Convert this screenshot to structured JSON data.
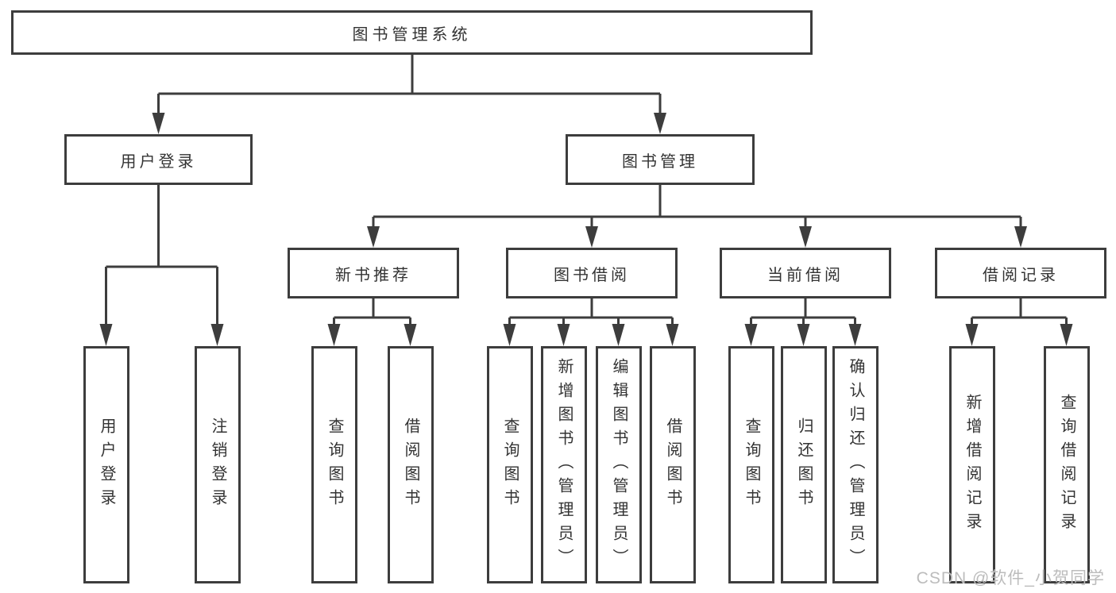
{
  "tree": {
    "root": {
      "label": "图书管理系统"
    },
    "branches": [
      {
        "label": "用户登录",
        "children": [
          {
            "label": "用户登录"
          },
          {
            "label": "注销登录"
          }
        ]
      },
      {
        "label": "图书管理",
        "children": [
          {
            "label": "新书推荐",
            "children": [
              {
                "label": "查询图书"
              },
              {
                "label": "借阅图书"
              }
            ]
          },
          {
            "label": "图书借阅",
            "children": [
              {
                "label": "查询图书"
              },
              {
                "label": "新增图书（管理员）"
              },
              {
                "label": "编辑图书（管理员）"
              },
              {
                "label": "借阅图书"
              }
            ]
          },
          {
            "label": "当前借阅",
            "children": [
              {
                "label": "查询图书"
              },
              {
                "label": "归还图书"
              },
              {
                "label": "确认归还（管理员）"
              }
            ]
          },
          {
            "label": "借阅记录",
            "children": [
              {
                "label": "新增借阅记录"
              },
              {
                "label": "查询借阅记录"
              }
            ]
          }
        ]
      }
    ]
  },
  "watermark": {
    "text": "CSDN @软件_小贺同学"
  },
  "colors": {
    "line": "#3d3d3d",
    "text": "#333333",
    "box_background": "#ffffff",
    "watermark": "#bcbcbc",
    "page_background": "#ffffff"
  }
}
